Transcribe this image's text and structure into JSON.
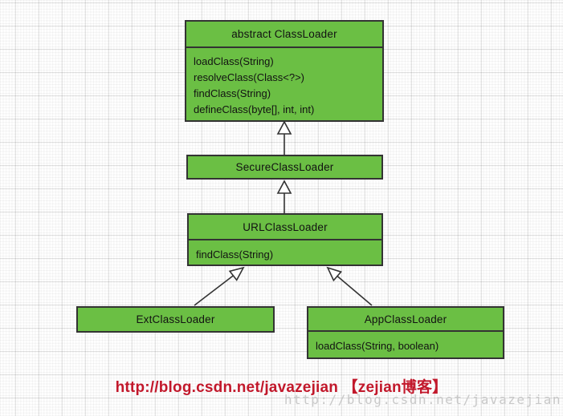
{
  "diagram": {
    "title_semantic": "Java ClassLoader inheritance hierarchy",
    "colors": {
      "box_fill": "#6bbf44",
      "box_border": "#333333",
      "arrow": "#333333",
      "grid_major": "#e3e3e3",
      "grid_minor": "#f3f3f3"
    },
    "classes": [
      {
        "title": "abstract ClassLoader",
        "methods": [
          "loadClass(String)",
          "resolveClass(Class<?>)",
          "findClass(String)",
          "defineClass(byte[], int, int)"
        ]
      },
      {
        "title": "SecureClassLoader",
        "methods": []
      },
      {
        "title": "URLClassLoader",
        "methods": [
          "findClass(String)"
        ]
      },
      {
        "title": "ExtClassLoader",
        "methods": []
      },
      {
        "title": "AppClassLoader",
        "methods": [
          "loadClass(String, boolean)"
        ]
      }
    ],
    "relations": [
      "SecureClassLoader extends abstract ClassLoader",
      "URLClassLoader extends SecureClassLoader",
      "ExtClassLoader extends URLClassLoader",
      "AppClassLoader extends URLClassLoader"
    ]
  },
  "watermarks": {
    "red_text": "http://blog.csdn.net/javazejian 【zejian博客】",
    "red_color": "#c2182b",
    "gray_text": "http://blog.csdn.net/javazejian",
    "gray_color": "#c9c9c9"
  }
}
